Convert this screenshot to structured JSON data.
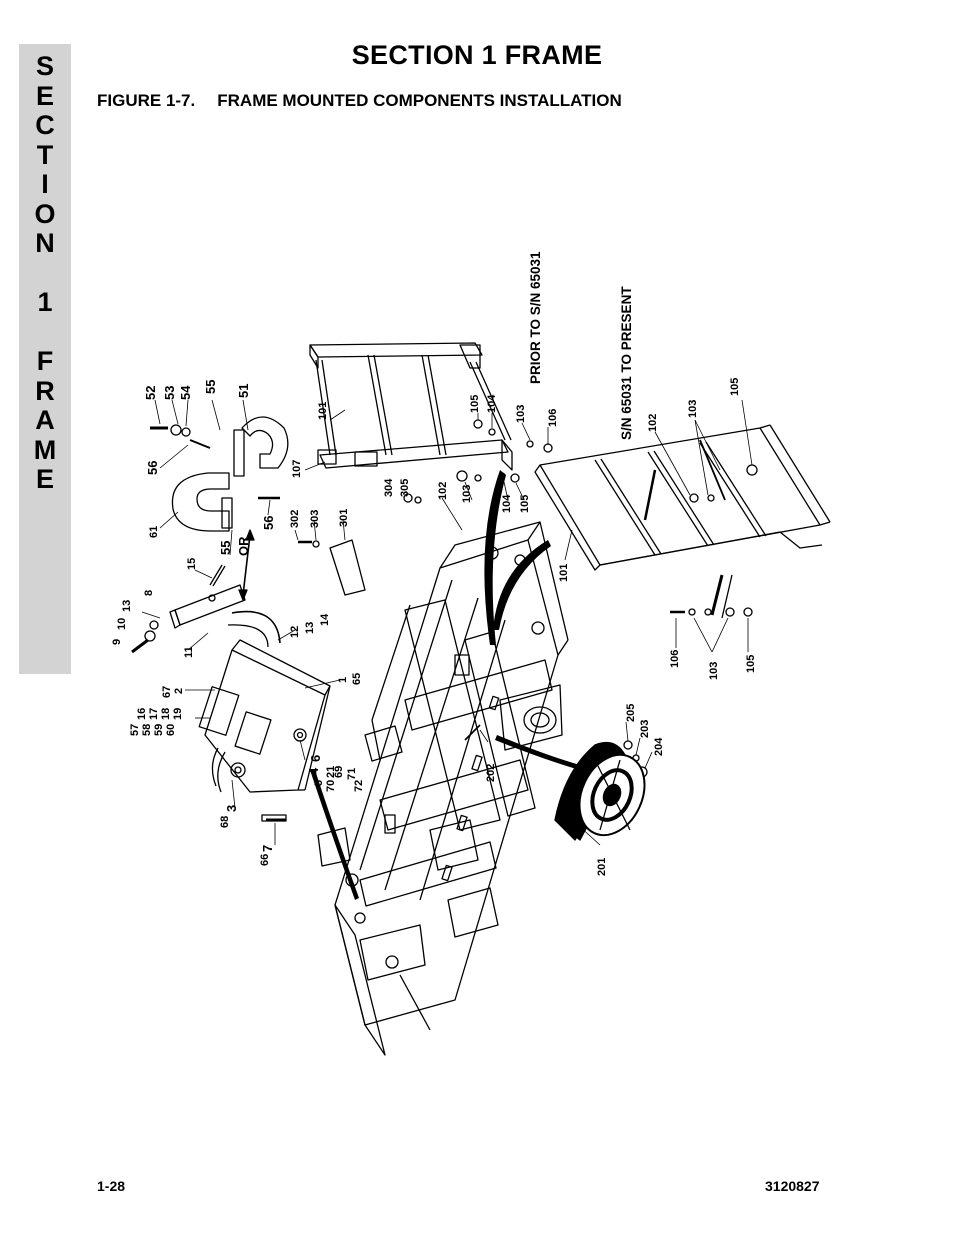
{
  "side_tab": {
    "letters": [
      "S",
      "E",
      "C",
      "T",
      "I",
      "O",
      "N",
      "",
      "1",
      "",
      "F",
      "R",
      "A",
      "M",
      "E"
    ]
  },
  "header": {
    "title": "SECTION 1  FRAME"
  },
  "figure": {
    "number": "FIGURE 1-7.",
    "title": "FRAME MOUNTED COMPONENTS INSTALLATION",
    "notes": {
      "prior": "PRIOR TO S/N 65031",
      "present": "S/N 65031 TO PRESENT",
      "or": "OR"
    },
    "callouts": {
      "c52": "52",
      "c53": "53",
      "c54": "54",
      "c55a": "55",
      "c51": "51",
      "c56a": "56",
      "c61": "61",
      "c55b": "55",
      "c56b": "56",
      "c101a": "101",
      "c105a": "105",
      "c104a": "104",
      "c103a": "103",
      "c106a": "106",
      "c107": "107",
      "c304": "304",
      "c305": "305",
      "c102a": "102",
      "c103b": "103",
      "c104b": "104",
      "c105b": "105",
      "c302": "302",
      "c303": "303",
      "c301": "301",
      "c102b": "102",
      "c103c": "103",
      "c105c": "105",
      "c101b": "101",
      "c106b": "106",
      "c103d": "103",
      "c105d": "105",
      "c15": "15",
      "c8": "8",
      "c13a": "13",
      "c10": "10",
      "c9": "9",
      "c11": "11",
      "c12": "12",
      "c13b": "13",
      "c14": "14",
      "c1": "1",
      "c65": "65",
      "c67": "67",
      "c2": "2",
      "c16": "16",
      "c17": "17",
      "c18": "18",
      "c19": "19",
      "c57": "57",
      "c58": "58",
      "c59": "59",
      "c60": "60",
      "c4": "4",
      "c5": "5",
      "c6": "6",
      "c21": "21",
      "c69": "69",
      "c70": "70",
      "c71": "71",
      "c72": "72",
      "c3": "3",
      "c68": "68",
      "c7": "7",
      "c66": "66",
      "c202": "202",
      "c205": "205",
      "c203": "203",
      "c204": "204",
      "c201": "201"
    }
  },
  "footer": {
    "page": "1-28",
    "doc_number": "3120827"
  }
}
